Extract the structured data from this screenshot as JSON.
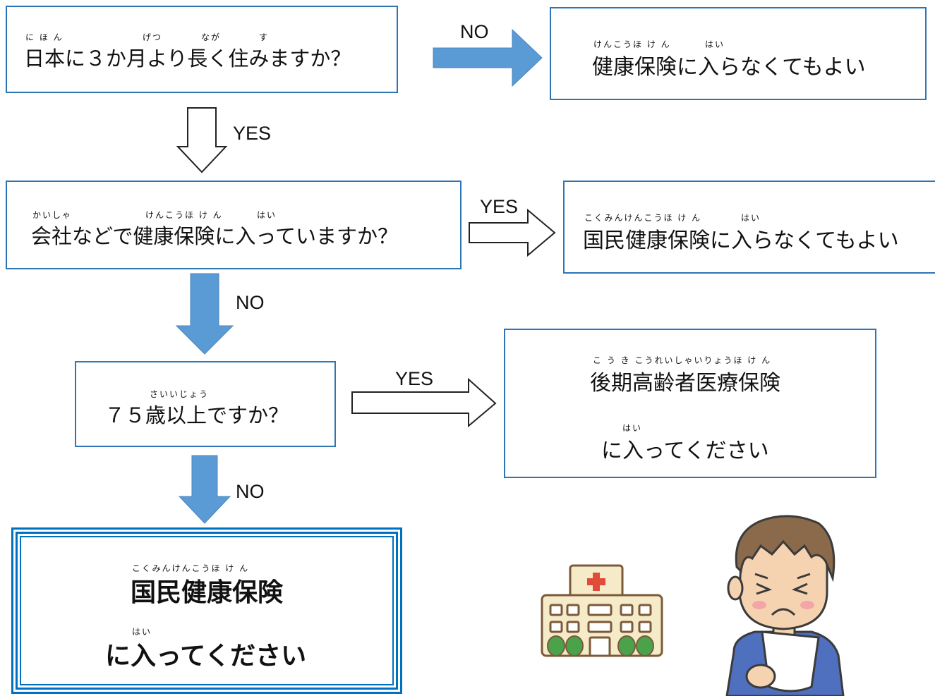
{
  "q1": {
    "text": "日本に３か月より長く住みますか？",
    "ruby_nihon": "に ほ ん",
    "ruby_getsu": "げつ",
    "ruby_naga": "なが",
    "ruby_su": "す"
  },
  "a1": {
    "text": "健康保険に入らなくてもよい",
    "ruby_kenkou": "けんこうほ け ん",
    "ruby_hai": "はい"
  },
  "q2": {
    "text": "会社などで健康保険に入っていますか？",
    "ruby_kaisha": "かいしゃ",
    "ruby_kenkou": "けんこうほ け ん",
    "ruby_hai": "はい"
  },
  "a2": {
    "text": "国民健康保険に入らなくてもよい",
    "ruby_kokumin": "こくみんけんこうほ け ん",
    "ruby_hai": "はい"
  },
  "q3": {
    "text": "７５歳以上ですか？",
    "ruby_sai": "さいいじょう"
  },
  "a3": {
    "line1": "後期高齢者医療保険",
    "line2": "に入ってください",
    "ruby_kouki": "こ う き こうれいしゃいりょうほ け ん",
    "ruby_hai": "はい"
  },
  "final": {
    "line1": "国民健康保険",
    "line2": "に入ってください",
    "ruby_kokumin": "こくみんけんこうほ け ん",
    "ruby_hai": "はい"
  },
  "labels": {
    "no1": "NO",
    "yes1": "YES",
    "yes2": "YES",
    "no2": "NO",
    "yes3": "YES",
    "no3": "NO"
  },
  "colors": {
    "box_border": "#2e75b6",
    "arrow_fill": "#5b9bd5",
    "final_border": "#0070c0"
  }
}
